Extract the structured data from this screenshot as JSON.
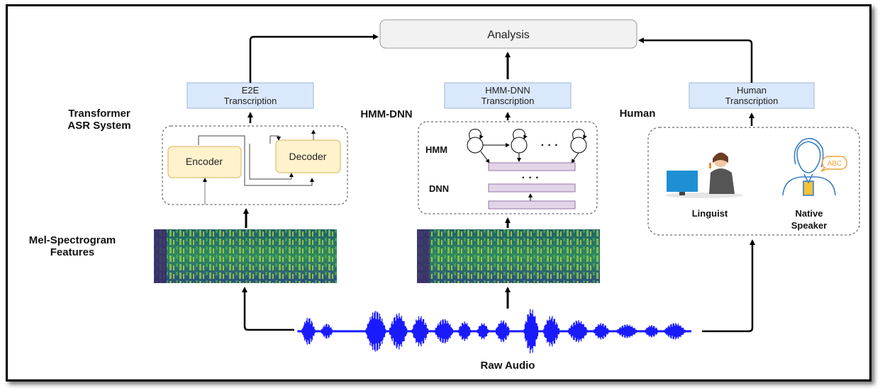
{
  "analysis": "Analysis",
  "transcriptions": {
    "e2e": [
      "E2E",
      "Transcription"
    ],
    "hmm_dnn": [
      "HMM-DNN",
      "Transcription"
    ],
    "human": [
      "Human",
      "Transcription"
    ]
  },
  "systems": {
    "transformer": [
      "Transformer",
      "ASR System"
    ],
    "hmm_dnn": "HMM-DNN",
    "human": "Human"
  },
  "transformer_blocks": {
    "encoder": "Encoder",
    "decoder": "Decoder"
  },
  "hmm_dnn_blocks": {
    "hmm": "HMM",
    "dnn": "DNN",
    "dots": "· · ·"
  },
  "human_roles": {
    "linguist": "Linguist",
    "native_speaker": [
      "Native",
      "Speaker"
    ],
    "speech_bubble": "ABC"
  },
  "features_label": [
    "Mel-Spectrogram",
    "Features"
  ],
  "raw_audio_label": "Raw Audio",
  "colors": {
    "analysis_fill": "#f2f2f2",
    "transcription_fill": "#dae8fc",
    "block_fill": "#fff2cc",
    "dnn_layer_fill": "#e1d5e7",
    "waveform": "#1a1aff",
    "spectrogram_base": "#2c6b6a"
  }
}
